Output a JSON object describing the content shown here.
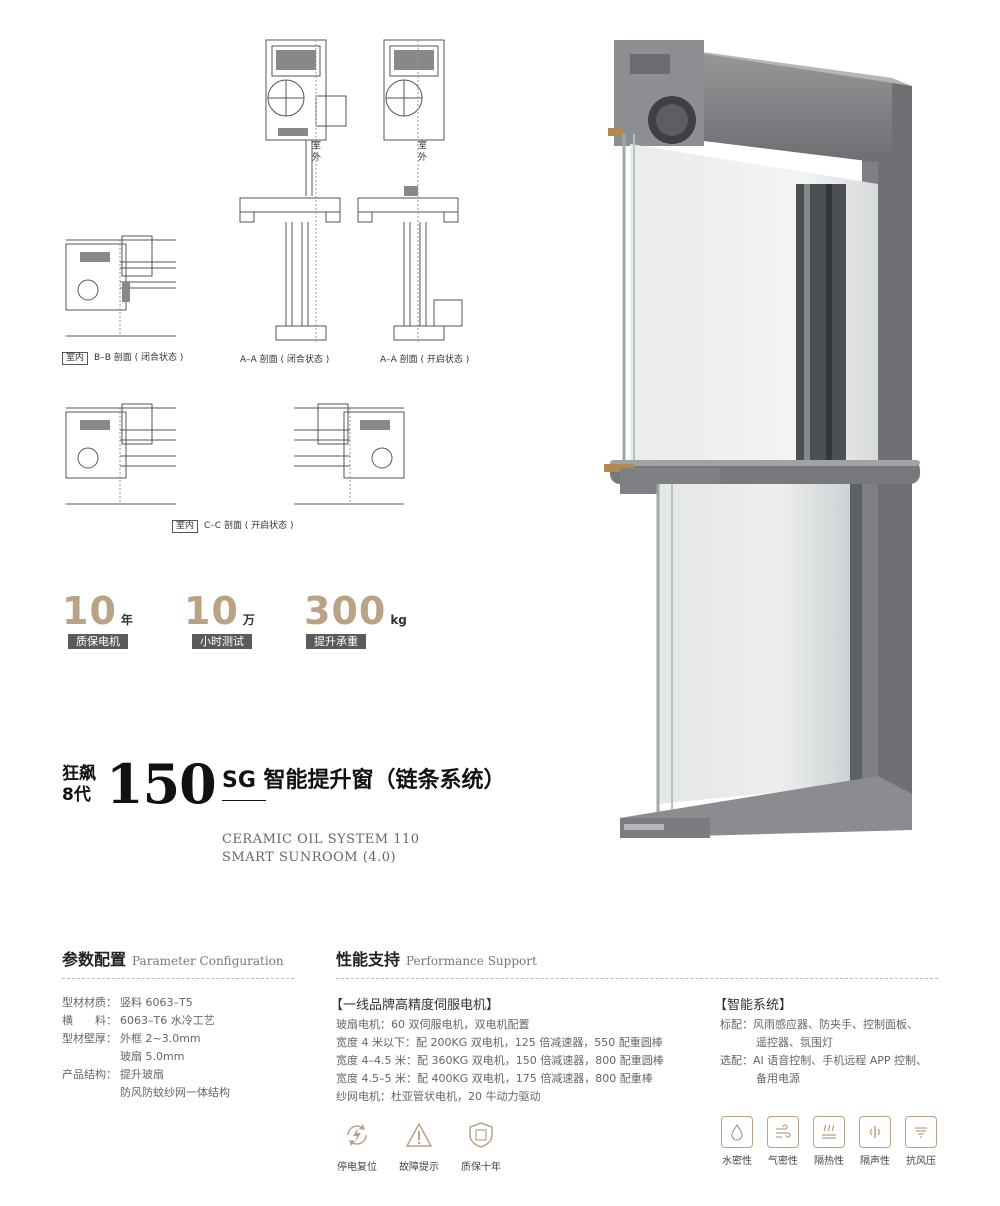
{
  "drawings": {
    "bb_tag": "室内",
    "bb_caption": "B–B 剖面 ( 闭合状态 )",
    "aa_closed_caption": "A–A 剖面 ( 闭合状态 )",
    "aa_open_caption": "A–A 剖面 ( 开启状态 )",
    "outdoor_label_1": "室",
    "outdoor_label_2": "外",
    "cc_tag": "室内",
    "cc_caption": "C–C 剖面 ( 开启状态 )"
  },
  "stats": [
    {
      "value": "10",
      "unit": "年",
      "label": "质保电机"
    },
    {
      "value": "10",
      "unit": "万",
      "label": "小时测试"
    },
    {
      "value": "300",
      "unit": "kg",
      "label": "提升承重"
    }
  ],
  "product": {
    "brand_line1": "狂飙",
    "brand_line2": "8代",
    "model": "150",
    "title": "SG 智能提升窗（链条系统）",
    "en_line1": "CERAMIC OIL SYSTEM 110",
    "en_line2": "SMART SUNROOM (4.0)"
  },
  "params": {
    "title": "参数配置",
    "subtitle": "Parameter Configuration",
    "rows": [
      {
        "k": "型材材质：",
        "v": "竖料 6063–T5"
      },
      {
        "k": "横　　料：",
        "v": "6063–T6 水冷工艺"
      },
      {
        "k": "型材壁厚：",
        "v": "外框 2~3.0mm"
      },
      {
        "k": "",
        "v": "玻扇 5.0mm"
      },
      {
        "k": "产品结构：",
        "v": "提升玻扇"
      },
      {
        "k": "",
        "v": "防风防蚊纱网一体结构"
      }
    ]
  },
  "performance": {
    "title": "性能支持",
    "subtitle": "Performance Support",
    "motor_heading": "【一线品牌高精度伺服电机】",
    "motor_lines": [
      "玻扇电机：60 双伺服电机，双电机配置",
      "宽度 4 米以下：配 200KG 双电机，125 倍减速器，550 配重圆棒",
      "宽度 4–4.5 米：配 360KG 双电机，150 倍减速器，800 配重圆棒",
      "宽度 4.5–5 米：配 400KG 双电机，175 倍减速器，800 配重棒",
      "纱网电机：杜亚管状电机，20 牛动力驱动"
    ],
    "smart_heading": "【智能系统】",
    "smart_std_label": "标配：",
    "smart_std_1": "风雨感应器、防夹手、控制面板、",
    "smart_std_2": "遥控器、氛围灯",
    "smart_opt_label": "选配：",
    "smart_opt_1": "AI 语音控制、手机远程 APP 控制、",
    "smart_opt_2": "备用电源",
    "features": [
      "停电复位",
      "故障提示",
      "质保十年"
    ],
    "properties": [
      "水密性",
      "气密性",
      "隔热性",
      "隔声性",
      "抗风压"
    ]
  }
}
